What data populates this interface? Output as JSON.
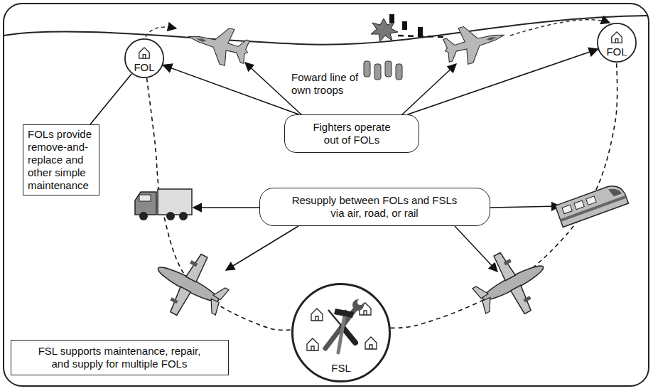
{
  "diagram": {
    "nodes": [
      {
        "text": [
          "FOL"
        ]
      },
      {
        "text": [
          "FOL"
        ]
      },
      {
        "text": [
          "FOLs provide remove-and-replace and other simple maintenance"
        ]
      },
      {
        "text": [
          "Fighters operate out of FOLs"
        ]
      },
      {
        "text": [
          "Resupply between FOLs and FSLs via air, road, or rail"
        ]
      },
      {
        "text": [
          "FSL"
        ]
      },
      {
        "text": [
          "FSL supports maintenance, repair, and supply for multiple FOLs"
        ]
      }
    ],
    "edges": [
      {
        "from": 3,
        "to": 0,
        "arrow": "to"
      },
      {
        "from": 3,
        "to": 1,
        "arrow": "to"
      },
      {
        "from": 2,
        "to": 0,
        "arrow": "none"
      },
      {
        "from": 0,
        "to": 5,
        "arrow": "none"
      },
      {
        "from": 5,
        "to": 1,
        "arrow": "none"
      }
    ],
    "labels": [
      "Foward line of own troops"
    ]
  }
}
